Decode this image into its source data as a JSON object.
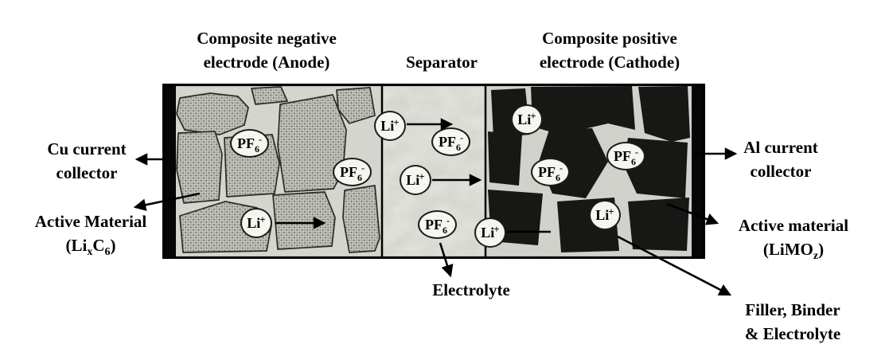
{
  "figure": {
    "type": "diagram",
    "subject": "Lithium-ion battery cell schematic"
  },
  "titles": {
    "anode_line1": "Composite negative",
    "anode_line2": "electrode (Anode)",
    "separator": "Separator",
    "cathode_line1": "Composite positive",
    "cathode_line2": "electrode (Cathode)"
  },
  "labels": {
    "cu_collector_line1": "Cu current",
    "cu_collector_line2": "collector",
    "anode_active_line1": "Active Material",
    "anode_active_formula": {
      "pre": "(Li",
      "sub1": "x",
      "mid": "C",
      "sub2": "6",
      "post": ")"
    },
    "al_collector_line1": "Al current",
    "al_collector_line2": "collector",
    "cathode_active_line1": "Active material",
    "cathode_active_formula": {
      "pre": "(LiMO",
      "sub": "z",
      "post": ")"
    },
    "filler_line1": "Filler, Binder",
    "filler_line2": "& Electrolyte",
    "electrolyte": "Electrolyte"
  },
  "ions": {
    "pf6": {
      "base": "PF",
      "sub": "6",
      "sup": "-"
    },
    "li": {
      "base": "Li",
      "sup": "+"
    }
  },
  "colors": {
    "ink": "#000000",
    "collector_bar": "#060606",
    "cathode_particle": "#171715",
    "anode_bg": "#d8d8d2",
    "separator_bg": "#e6e6e0",
    "cathode_bg": "#d4d4ce",
    "bubble_fill": "#f6f6f1"
  }
}
